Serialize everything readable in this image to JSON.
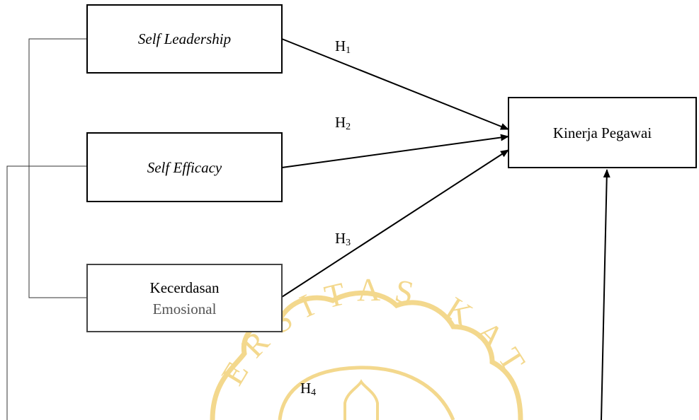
{
  "nodes": {
    "self_leadership": "Self Leadership",
    "self_efficacy": "Self Efficacy",
    "kecerdasan_line1": "Kecerdasan",
    "kecerdasan_line2": "Emosional",
    "kinerja_pegawai": "Kinerja Pegawai"
  },
  "hypotheses": {
    "h1": {
      "letter": "H",
      "index": "1"
    },
    "h2": {
      "letter": "H",
      "index": "2"
    },
    "h3": {
      "letter": "H",
      "index": "3"
    },
    "h4": {
      "letter": "H",
      "index": "4"
    }
  },
  "watermark": {
    "text": "ERSITAS KAT",
    "color": "#f2d27a"
  }
}
